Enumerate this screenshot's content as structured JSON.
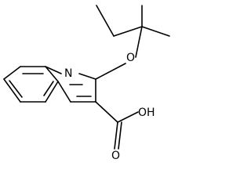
{
  "structure": {
    "atom_labels": {
      "nitrogen": "N",
      "ether_oxygen": "O",
      "carbonyl_oxygen": "O",
      "hydroxyl": "OH"
    }
  },
  "colors": {
    "bond": "#000000",
    "background": "#ffffff"
  }
}
